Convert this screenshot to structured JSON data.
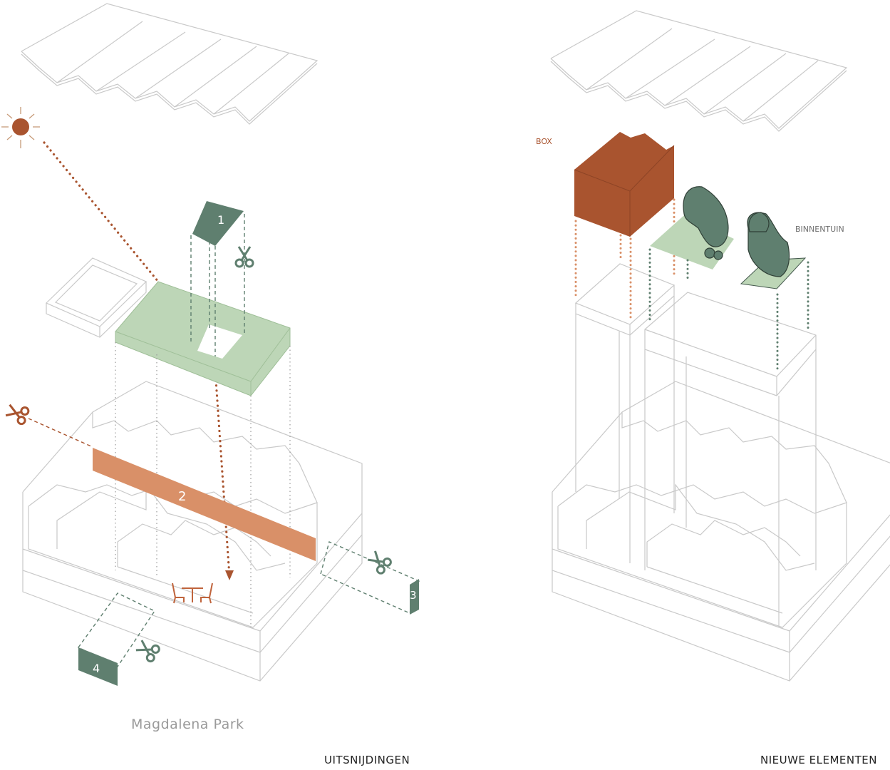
{
  "left_panel": {
    "title": "UITSNIJDINGEN",
    "location_label": "Magdalena Park",
    "cut_numbers": [
      "1",
      "2",
      "3",
      "4"
    ]
  },
  "right_panel": {
    "title": "NIEUWE ELEMENTEN",
    "box_label": "BOX",
    "garden_label": "BINNENTUIN"
  },
  "colors": {
    "rust": "#a9542f",
    "salmon": "#d99068",
    "dark_green": "#5f7f6f",
    "light_green": "#bdd6b7",
    "line_gray": "#c9c9c9"
  },
  "icons": [
    "sun-icon",
    "scissors-icon",
    "table-chairs-icon",
    "tree-icon"
  ]
}
